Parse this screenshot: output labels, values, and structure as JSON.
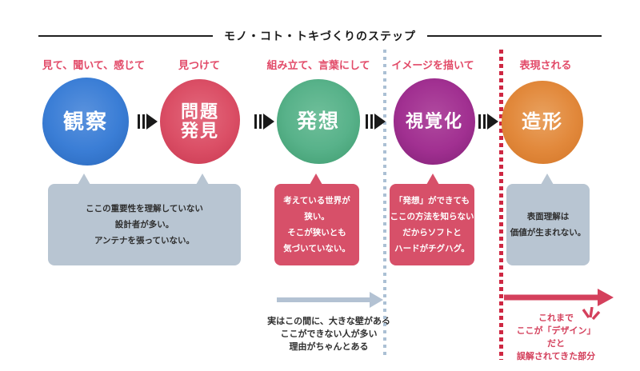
{
  "title": "モノ・コト・トキづくりのステップ",
  "steps": [
    {
      "id": "observation",
      "label": "見て、聞いて、感じて",
      "circle_lines": [
        "観察"
      ],
      "color": "#3b7ed6"
    },
    {
      "id": "problem-find",
      "label": "見つけて",
      "circle_lines": [
        "問題",
        "発見"
      ],
      "color": "#db4f66"
    },
    {
      "id": "ideation",
      "label": "組み立て、言葉にして",
      "circle_lines": [
        "発想"
      ],
      "color": "#58b28a"
    },
    {
      "id": "visualization",
      "label": "イメージを描いて",
      "circle_lines": [
        "視覚化"
      ],
      "color": "#a13091"
    },
    {
      "id": "forming",
      "label": "表現される",
      "circle_lines": [
        "造形"
      ],
      "color": "#e2893c"
    }
  ],
  "callouts": [
    {
      "variant": "gray",
      "lines": [
        "ここの重要性を理解していない",
        "設計者が多い。",
        "アンテナを張っていない。"
      ]
    },
    {
      "variant": "red",
      "lines": [
        "考えている世界が",
        "狭い。",
        "そこが狭いとも",
        "気づいていない。"
      ]
    },
    {
      "variant": "red",
      "lines": [
        "「発想」ができても",
        "ここの方法を知らない",
        "だからソフトと",
        "ハードがチグハグ。"
      ]
    },
    {
      "variant": "gray",
      "lines": [
        "表面理解は",
        "価値が生まれない。"
      ]
    }
  ],
  "footnotes": {
    "wall": {
      "lines": [
        "実はこの間に、大きな壁がある",
        "ここができない人が多い",
        "理由がちゃんとある"
      ]
    },
    "design": {
      "lines": [
        "これまで",
        "ここが「デザイン」だと",
        "誤解されてきた部分"
      ]
    }
  },
  "colors": {
    "label_red": "#e24a68",
    "box_gray": "#b8c5d2",
    "box_red": "#d75069",
    "dotted_gray": "#abc0d4",
    "dotted_red": "#ce2742",
    "flow_arrow_gray": "#b3c2d3",
    "flow_arrow_red": "#d4405c",
    "step_arrow_black": "#1a1a1a",
    "text_dark": "#2f2f2f"
  }
}
